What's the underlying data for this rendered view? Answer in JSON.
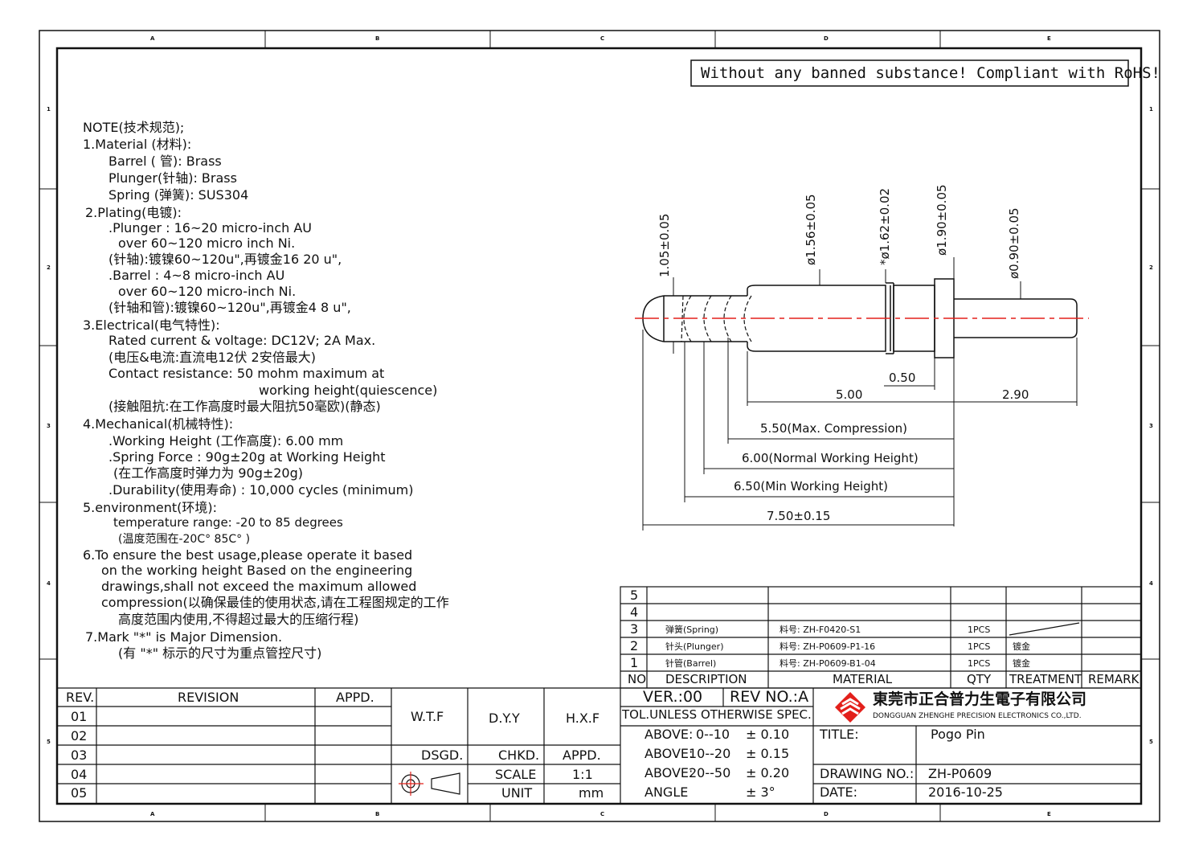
{
  "banner": "Without any banned substance! Compliant with RoHS!",
  "ruler": {
    "cols": [
      "A",
      "B",
      "C",
      "D",
      "E"
    ],
    "rows": [
      "1",
      "2",
      "3",
      "4",
      "5"
    ]
  },
  "notes": [
    "NOTE(技术规范);",
    "1.Material (材料):",
    "Barrel ( 管): Brass",
    "Plunger(针轴): Brass",
    "Spring (弹簧): SUS304",
    "2.Plating(电镀):",
    ".Plunger : 16~20 micro-inch  AU",
    "over 60~120 micro inch Ni.",
    "(针轴):镀镍60~120u\",再镀金16 20 u\",",
    ".Barrel : 4~8 micro-inch AU",
    "over 60~120 micro-inch Ni.",
    "(针轴和管):镀镍60~120u\",再镀金4 8 u\",",
    "3.Electrical(电气特性):",
    "Rated current & voltage: DC12V; 2A Max.",
    "(电压&电流:直流电12伏 2安倍最大)",
    "Contact resistance: 50 mohm maximum at",
    "working height(quiescence)",
    "(接触阻抗:在工作高度时最大阻抗50毫欧)(静态)",
    "4.Mechanical(机械特性):",
    ".Working Height (工作高度): 6.00 mm",
    ".Spring  Force : 90g±20g at Working Height",
    "(在工作高度时弹力为 90g±20g)",
    ".Durability(使用寿命) : 10,000 cycles (minimum)",
    "5.environment(环境):",
    "temperature range: -20 to 85 degrees",
    "(温度范围在-20C°  85C° )",
    "6.To ensure the best usage,please operate it based",
    "on the working height Based on the engineering",
    "drawings,shall not exceed the maximum allowed",
    "compression(以确保最佳的使用状态,请在工程图规定的工作",
    "高度范围内使用,不得超过最大的压缩行程)",
    "7.Mark \"*\" is Major Dimension.",
    "(有 \"*\" 标示的尺寸为重点管控尺寸)"
  ],
  "dims": {
    "d_tip": "1.05±0.05",
    "d_156": "ø1.56±0.05",
    "d_162": "*ø1.62±0.02",
    "d_190": "ø1.90±0.05",
    "d_090": "ø0.90±0.05",
    "l_050": "0.50",
    "l_500": "5.00",
    "l_290": "2.90",
    "l_550": "5.50(Max. Compression)",
    "l_600": "6.00(Normal Working Height)",
    "l_650": "6.50(Min Working Height)",
    "l_750": "7.50±0.15"
  },
  "bom": {
    "rows": [
      {
        "no": "5",
        "desc": "",
        "mat": "",
        "qty": "",
        "treat": "",
        "remark": ""
      },
      {
        "no": "4",
        "desc": "",
        "mat": "",
        "qty": "",
        "treat": "",
        "remark": ""
      },
      {
        "no": "3",
        "desc": "弹簧(Spring)",
        "mat": "料号: ZH-F0420-S1",
        "qty": "1PCS",
        "treat": "",
        "remark": ""
      },
      {
        "no": "2",
        "desc": "针头(Plunger)",
        "mat": "料号: ZH-P0609-P1-16",
        "qty": "1PCS",
        "treat": "镀金",
        "remark": ""
      },
      {
        "no": "1",
        "desc": "针管(Barrel)",
        "mat": "料号: ZH-P0609-B1-04",
        "qty": "1PCS",
        "treat": "镀金",
        "remark": ""
      }
    ],
    "headers": {
      "no": "NO",
      "desc": "DESCRIPTION",
      "mat": "MATERIAL",
      "qty": "QTY",
      "treat": "TREATMENT",
      "remark": "REMARK"
    }
  },
  "revision": {
    "headers": {
      "rev": "REV.",
      "revision": "REVISION",
      "appd": "APPD."
    },
    "rows": [
      "01",
      "02",
      "03",
      "04",
      "05"
    ]
  },
  "signoff": {
    "wtf": "W.T.F",
    "dyy": "D.Y.Y",
    "hxf": "H.X.F",
    "dsgd": "DSGD.",
    "chkd": "CHKD.",
    "appd": "APPD.",
    "scale_label": "SCALE",
    "scale": "1:1",
    "unit_label": "UNIT",
    "unit": "mm"
  },
  "tol": {
    "ver": "VER.:00",
    "rev": "REV NO.:A",
    "header": "TOL.UNLESS OTHERWISE SPEC.",
    "rows": [
      {
        "label": "ABOVE:",
        "range": "0--10",
        "val": "± 0.10"
      },
      {
        "label": "ABOVE:",
        "range": "10--20",
        "val": "± 0.15"
      },
      {
        "label": "ABOVE:",
        "range": "20--50",
        "val": "± 0.20"
      },
      {
        "label": "ANGLE",
        "range": "",
        "val": "± 3°"
      }
    ]
  },
  "company": {
    "cn": "東莞市正合普力生電子有限公司",
    "en": "DONGGUAN ZHENGHE PRECISION ELECTRONICS CO.,LTD.",
    "logo_color": "#e3201b"
  },
  "title_block": {
    "title_label": "TITLE:",
    "title": "Pogo Pin",
    "dwg_label": "DRAWING NO.:",
    "dwg": "ZH-P0609",
    "date_label": "DATE:",
    "date": "2016-10-25"
  }
}
